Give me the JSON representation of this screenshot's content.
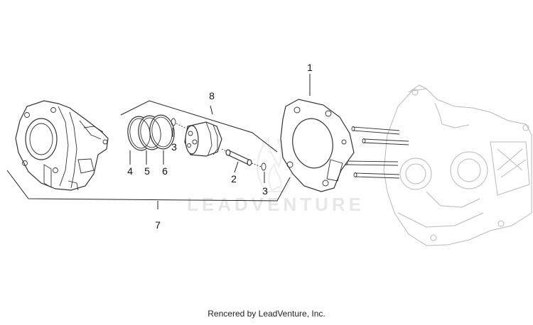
{
  "callouts": {
    "c1": "1",
    "c2": "2",
    "c3a": "3",
    "c3b": "3",
    "c4": "4",
    "c5": "5",
    "c6": "6",
    "c7": "7",
    "c8": "8"
  },
  "watermark": "LEADVENTURE",
  "credit": "Rencered by LeadVenture, Inc."
}
